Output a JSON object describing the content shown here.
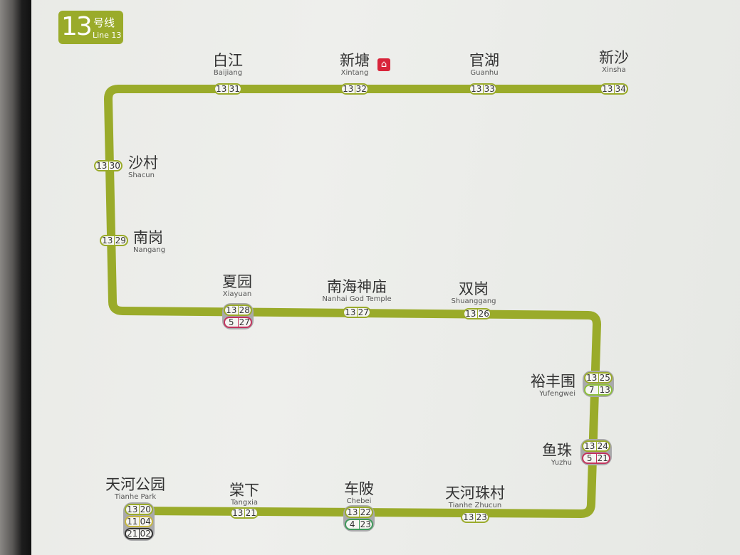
{
  "logo": {
    "number": "13",
    "cn": "号线",
    "en": "Line 13"
  },
  "line_color": "#9aab2a",
  "interchange_colors": {
    "5": "#c2345e",
    "7": "#8cbf3a",
    "4": "#3f9a5b",
    "11": "#c6b640",
    "21": "#333333"
  },
  "rail_icon": "railway-station-icon",
  "stations": [
    {
      "cn": "白江",
      "en": "Baijiang",
      "codes": [
        [
          "13",
          "31"
        ]
      ]
    },
    {
      "cn": "新塘",
      "en": "Xintang",
      "codes": [
        [
          "13",
          "32"
        ]
      ],
      "rail": true
    },
    {
      "cn": "官湖",
      "en": "Guanhu",
      "codes": [
        [
          "13",
          "33"
        ]
      ]
    },
    {
      "cn": "新沙",
      "en": "Xinsha",
      "codes": [
        [
          "13",
          "34"
        ]
      ]
    },
    {
      "cn": "沙村",
      "en": "Shacun",
      "codes": [
        [
          "13",
          "30"
        ]
      ]
    },
    {
      "cn": "南岗",
      "en": "Nangang",
      "codes": [
        [
          "13",
          "29"
        ]
      ]
    },
    {
      "cn": "夏园",
      "en": "Xiayuan",
      "codes": [
        [
          "13",
          "28"
        ],
        [
          "5",
          "27"
        ]
      ]
    },
    {
      "cn": "南海神庙",
      "en": "Nanhai God Temple",
      "codes": [
        [
          "13",
          "27"
        ]
      ]
    },
    {
      "cn": "双岗",
      "en": "Shuanggang",
      "codes": [
        [
          "13",
          "26"
        ]
      ]
    },
    {
      "cn": "裕丰围",
      "en": "Yufengwei",
      "codes": [
        [
          "13",
          "25"
        ],
        [
          "7",
          "13"
        ]
      ]
    },
    {
      "cn": "鱼珠",
      "en": "Yuzhu",
      "codes": [
        [
          "13",
          "24"
        ],
        [
          "5",
          "21"
        ]
      ]
    },
    {
      "cn": "天河公园",
      "en": "Tianhe Park",
      "codes": [
        [
          "13",
          "20"
        ],
        [
          "11",
          "04"
        ],
        [
          "21",
          "02"
        ]
      ]
    },
    {
      "cn": "棠下",
      "en": "Tangxia",
      "codes": [
        [
          "13",
          "21"
        ]
      ]
    },
    {
      "cn": "车陂",
      "en": "Chebei",
      "codes": [
        [
          "13",
          "22"
        ],
        [
          "4",
          "23"
        ]
      ]
    },
    {
      "cn": "天河珠村",
      "en": "Tianhe Zhucun",
      "codes": [
        [
          "13",
          "23"
        ]
      ]
    }
  ]
}
